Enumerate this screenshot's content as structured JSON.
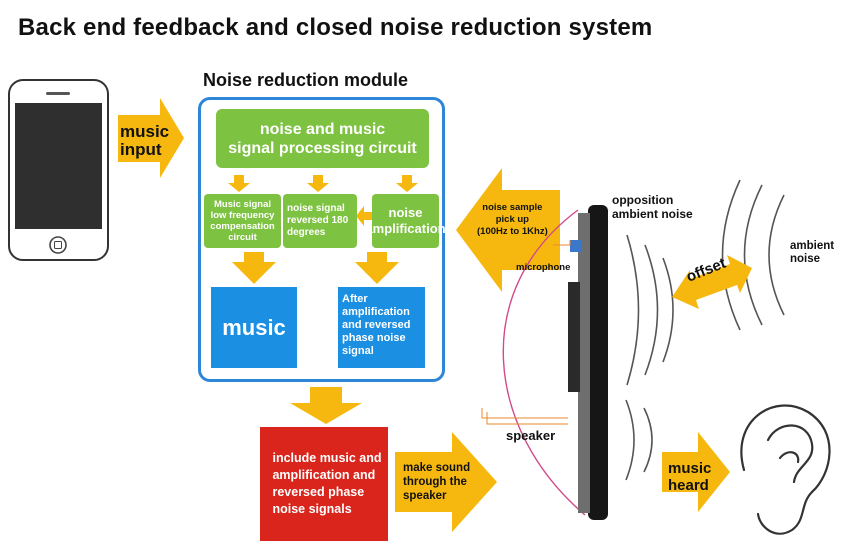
{
  "title": "Back end feedback and closed noise reduction system",
  "module_title": "Noise reduction module",
  "music_input": [
    "music",
    "input"
  ],
  "processing_circuit": [
    "noise and music",
    "signal processing circuit"
  ],
  "lf_compensation": [
    "Music signal",
    "low frequency",
    "compensation",
    "circuit"
  ],
  "reversed": [
    "noise signal",
    "reversed 180",
    "degrees"
  ],
  "amplification": [
    "noise",
    "amplification"
  ],
  "music_box": "music",
  "after_amp": [
    "After",
    "amplification",
    "and reversed",
    "phase noise",
    "signal"
  ],
  "include": [
    "include music and",
    "amplification and",
    "reversed phase",
    "noise signals"
  ],
  "make_sound": [
    "make sound",
    "through the",
    "speaker"
  ],
  "noise_sample": [
    "noise sample",
    "pick up",
    "(100Hz to 1Khz)"
  ],
  "microphone": "microphone",
  "speaker": "speaker",
  "opposition": [
    "opposition",
    "ambient noise"
  ],
  "ambient": [
    "ambient",
    "noise"
  ],
  "offset": "offset",
  "music_heard": [
    "music",
    "heard"
  ],
  "colors": {
    "green": "#7ec242",
    "blue": "#1b8fe2",
    "red": "#d9251c",
    "yellow": "#f6b80f",
    "frame": "#2e86d8"
  }
}
